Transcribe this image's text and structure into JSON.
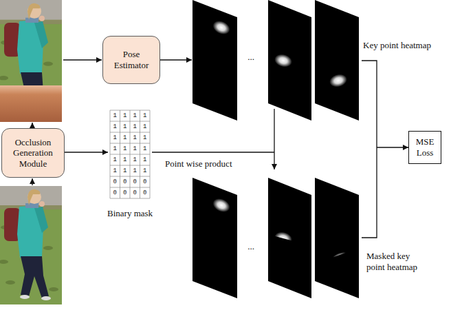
{
  "diagram": {
    "nodes": [
      {
        "text": [
          "Pose Estimator"
        ]
      },
      {
        "text": [
          "Occlusion Generation Module"
        ]
      },
      {
        "text": [
          "MSE Loss"
        ]
      }
    ],
    "labels": [
      "Key point heatmap",
      "...",
      "1",
      "1",
      "1",
      "1",
      "1",
      "1",
      "1",
      "1",
      "1",
      "1",
      "1",
      "1",
      "1",
      "1",
      "1",
      "1",
      "1",
      "1",
      "1",
      "1",
      "1",
      "1",
      "1",
      "1",
      "0",
      "0",
      "0",
      "0",
      "0",
      "0",
      "0",
      "0",
      "Point wise product",
      "Binary mask",
      "...",
      "Masked key point heatmap"
    ]
  }
}
